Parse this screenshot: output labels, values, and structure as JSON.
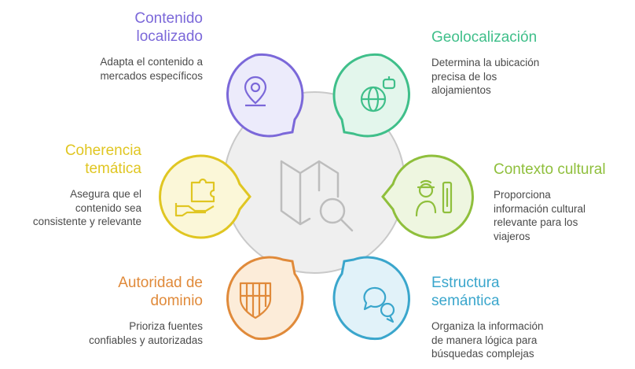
{
  "items": [
    {
      "title": "Contenido\nlocalizado",
      "desc": "Adapta el contenido a\nmercados específicos",
      "color": "#7b68d9",
      "fill": "#ecebfb",
      "icon": "location-pin-icon"
    },
    {
      "title": "Geolocalización",
      "desc": "Determina la ubicación\nprecisa de los\nalojamientos",
      "color": "#3fbf8a",
      "fill": "#e3f6ec",
      "icon": "globe-robot-icon"
    },
    {
      "title": "Coherencia\ntemática",
      "desc": "Asegura que el\ncontenido sea\nconsistente y relevante",
      "color": "#e0c622",
      "fill": "#fbf7d8",
      "icon": "puzzle-hand-icon"
    },
    {
      "title": "Contexto cultural",
      "desc": "Proporciona\ninformación cultural\nrelevante para los\nviajeros",
      "color": "#8fbf3c",
      "fill": "#eef6e0",
      "icon": "explorer-scroll-icon"
    },
    {
      "title": "Autoridad de\ndominio",
      "desc": "Prioriza fuentes\nconfiables y autorizadas",
      "color": "#e08a3a",
      "fill": "#fcecd9",
      "icon": "shield-icon"
    },
    {
      "title": "Estructura\nsemántica",
      "desc": "Organiza la información\nde manera lógica para\nbúsquedas complejas",
      "color": "#3aa6cc",
      "fill": "#e1f2f9",
      "icon": "chat-bubbles-icon"
    }
  ],
  "center_icon": "map-search-icon"
}
